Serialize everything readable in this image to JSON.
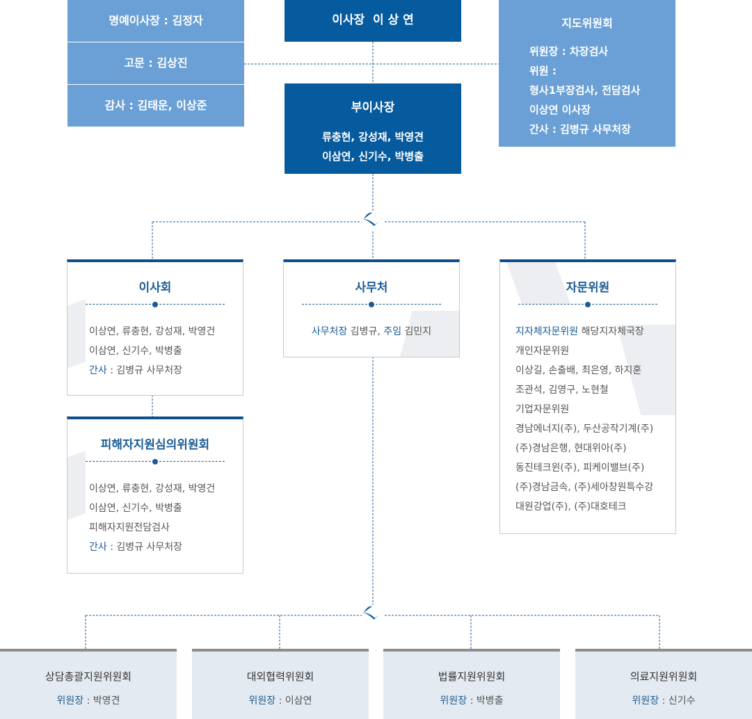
{
  "top_left": {
    "honorary": "명예이사장 : 김정자",
    "advisor": "고문 : 김상진",
    "auditor": "감사 : 김태운, 이상준"
  },
  "chairman": "이사장  이 상 연",
  "vice": {
    "title": "부이사장",
    "line1": "류충현, 강성재, 박영견",
    "line2": "이삼연, 신기수, 박병출"
  },
  "guidance": {
    "title": "지도위원회",
    "lines": [
      "위원장 : 차장검사",
      "위원 :",
      "형사1부장검사, 전담검사",
      "이상연 이사장",
      "간사 : 김병규 사무처장"
    ]
  },
  "board": {
    "title": "이사회",
    "line1": "이상연, 류충현, 강성재, 박영건",
    "line2": "이삼연, 신기수, 박병출",
    "sec_label": "간사 :",
    "sec_value": " 김병규 사무처장"
  },
  "victim": {
    "title": "피해자지원심의위원회",
    "line1": "이상연, 류충현, 강성재, 박영건",
    "line2": "이삼연, 신기수, 박병출",
    "line3": "피해자지원전담검사",
    "sec_label": "간사 :",
    "sec_value": " 김병규 사무처장"
  },
  "secretariat": {
    "title": "사무처",
    "label1": "사무처장",
    "value1": " 김병규, ",
    "label2": "주임",
    "value2": " 김민지"
  },
  "consult": {
    "title": "자문위원",
    "local_label": "지자체자문위원",
    "local_value": " 해당지자체국장",
    "personal_label": "개인자문위원",
    "personal_line1": "이상길, 손출배, 최은영, 하지훈",
    "personal_line2": "조관석, 김영구, 노현철",
    "corp_label": "기업자문위원",
    "corp_lines": [
      "경남에너지(주), 두산공작기계(주)",
      "(주)경남은행, 현대위아(주)",
      "동진테크윈(주), 피케이밸브(주)",
      "(주)경남금속, (주)세아창원특수강",
      "대원강업(주), (주)대호테크"
    ]
  },
  "committees": [
    {
      "title": "상담총괄지원위원회",
      "label": "위원장",
      "value": " : 박영견"
    },
    {
      "title": "대외협력위원회",
      "label": "위원장",
      "value": " : 이삼연"
    },
    {
      "title": "법률지원위원회",
      "label": "위원장",
      "value": " : 박병출"
    },
    {
      "title": "의료지원위원회",
      "label": "위원장",
      "value": " : 신기수"
    }
  ],
  "colors": {
    "dark_blue": "#065a9e",
    "light_blue": "#6aa0d6",
    "accent": "#1a5b95",
    "bottom_bg": "#e4eaf1"
  }
}
